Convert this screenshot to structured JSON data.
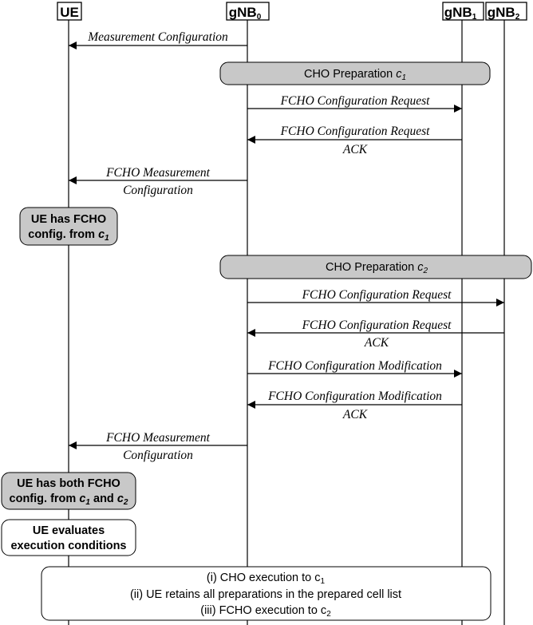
{
  "entities": {
    "ue": {
      "label": "UE",
      "sub": ""
    },
    "gnb0": {
      "label": "gNB",
      "sub": "0"
    },
    "gnb1": {
      "label": "gNB",
      "sub": "1"
    },
    "gnb2": {
      "label": "gNB",
      "sub": "2"
    }
  },
  "messages": {
    "m1": "Measurement Configuration",
    "m2": "FCHO Configuration Request",
    "m3a": "FCHO Configuration Request",
    "m3b": "ACK",
    "m4a": "FCHO Measurement",
    "m4b": "Configuration",
    "m5": "FCHO Configuration Request",
    "m6a": "FCHO Configuration Request",
    "m6b": "ACK",
    "m7": "FCHO Configuration Modification",
    "m8a": "FCHO Configuration Modification",
    "m8b": "ACK",
    "m9a": "FCHO Measurement",
    "m9b": "Configuration"
  },
  "bars": {
    "prep1": {
      "text": "CHO Preparation ",
      "var": "c",
      "sub": "1"
    },
    "prep2": {
      "text": "CHO Preparation ",
      "var": "c",
      "sub": "2"
    }
  },
  "notes": {
    "state1": {
      "line1": "UE has FCHO",
      "line2_pre": "config. from ",
      "var": "c",
      "sub": "1"
    },
    "state2": {
      "line1": "UE has both FCHO",
      "line2_pre": "config. from ",
      "var1": "c",
      "sub1": "1",
      "mid": " and ",
      "var2": "c",
      "sub2": "2"
    },
    "evaluate": {
      "line1": "UE evaluates",
      "line2": "execution conditions"
    }
  },
  "outcome": {
    "line1_pre": "(i) CHO execution to c",
    "line1_sub": "1",
    "line2": "(ii) UE retains all preparations  in the prepared cell list",
    "line3_pre": "(iii) FCHO execution to c",
    "line3_sub": "2"
  },
  "colors": {
    "bar_fill": "#c8c8c8",
    "note_fill": "#c8c8c8",
    "white_fill": "#ffffff",
    "line": "#000000"
  }
}
